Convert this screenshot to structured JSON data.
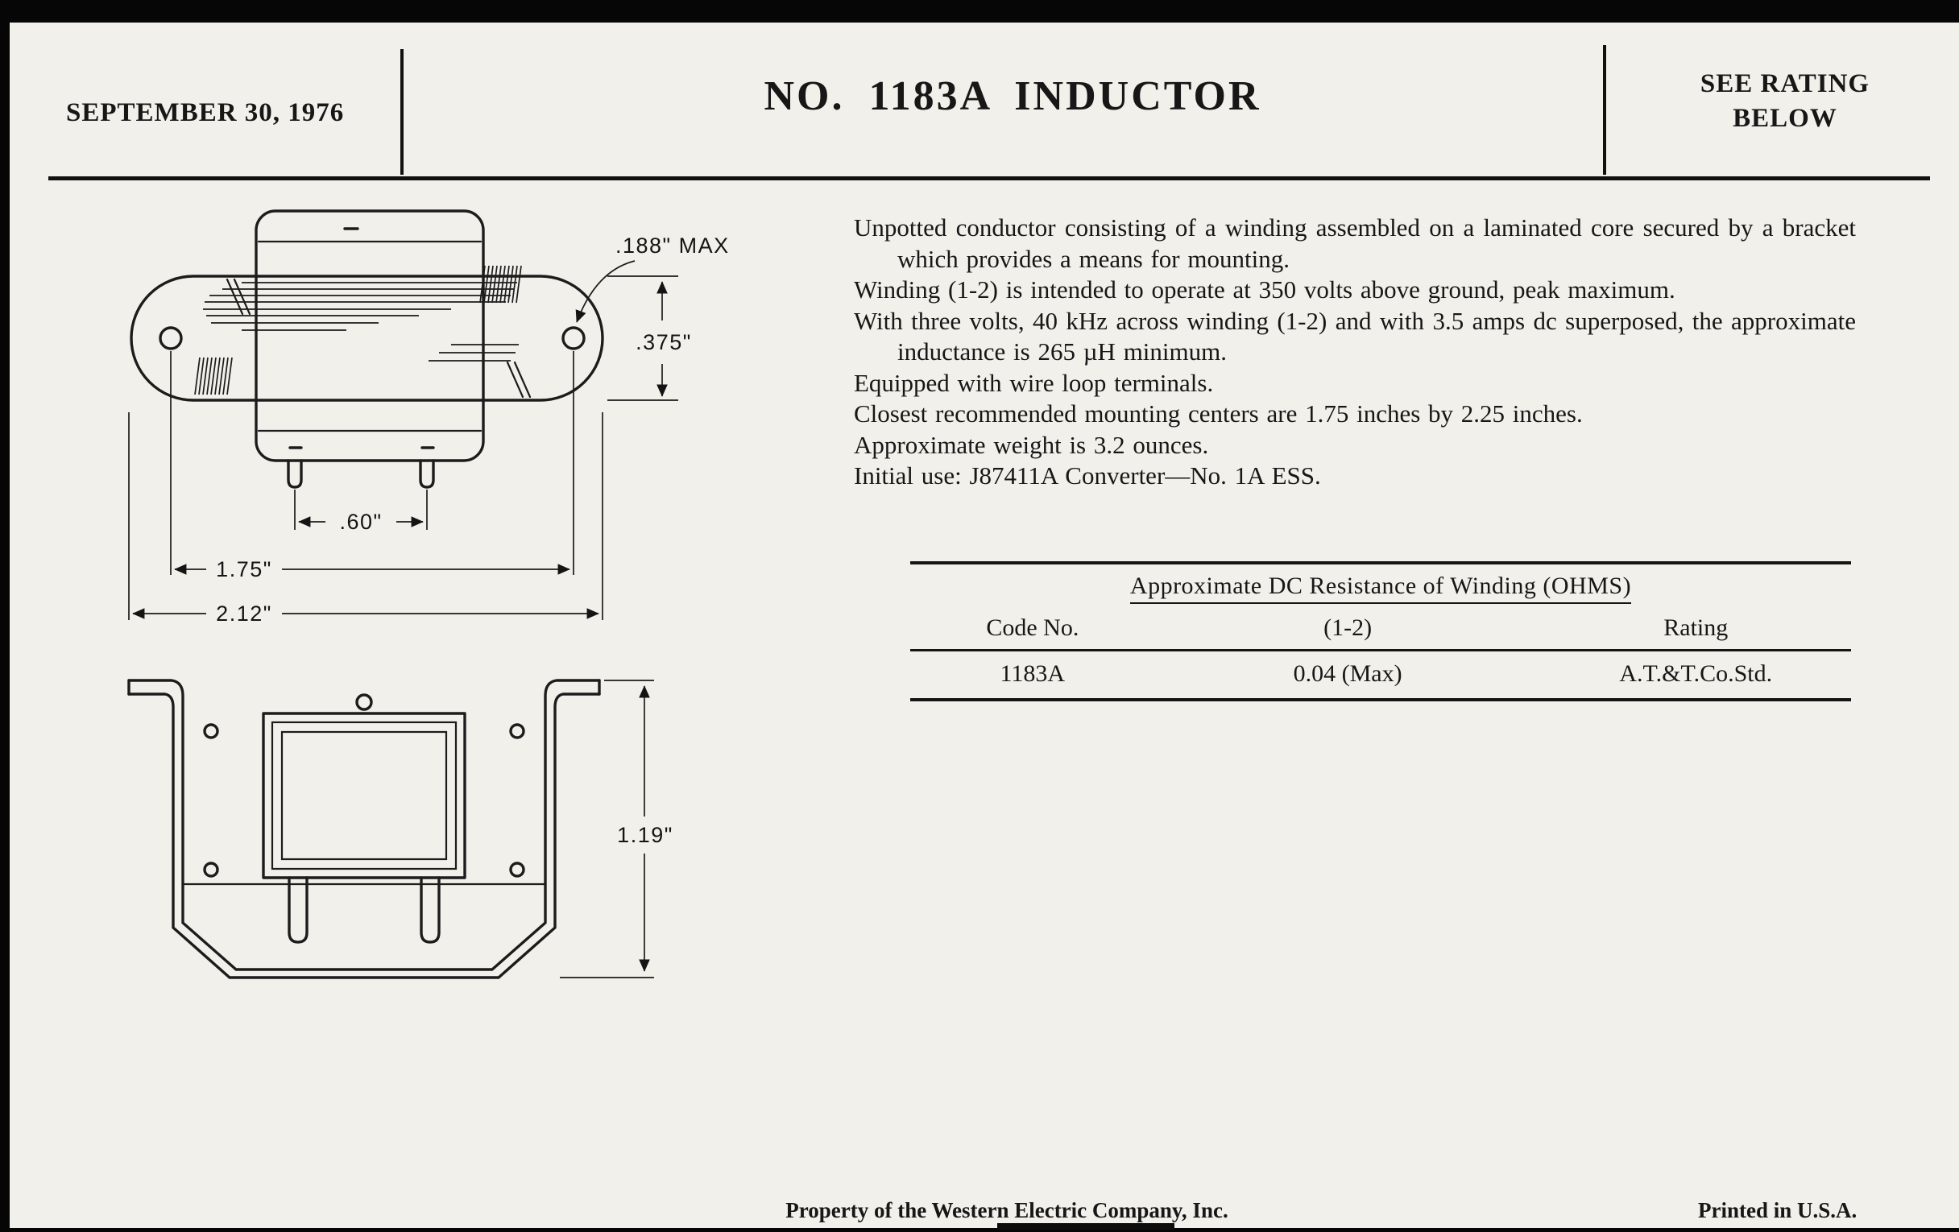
{
  "page": {
    "date": "SEPTEMBER 30, 1976",
    "title": "NO. 1183A  INDUCTOR",
    "rating_note_line1": "SEE RATING",
    "rating_note_line2": "BELOW",
    "footer_left": "Property of the Western Electric Company, Inc.",
    "footer_right": "Printed in U.S.A."
  },
  "specs": {
    "paragraphs": [
      "Unpotted conductor consisting of a winding assembled on a laminated core secured by a bracket which provides a means for mounting.",
      "Winding (1-2) is intended to operate at 350 volts above ground, peak maximum.",
      "With three volts, 40 kHz across winding (1-2) and with 3.5 amps dc superposed, the approximate inductance is 265 µH minimum.",
      "Equipped with wire loop terminals.",
      "Closest recommended mounting centers are 1.75 inches by 2.25 inches.",
      "Approximate weight is 3.2 ounces.",
      "Initial use:  J87411A Converter—No. 1A ESS."
    ]
  },
  "table": {
    "title": "Approximate DC Resistance of Winding (OHMS)",
    "headers": [
      "Code No.",
      "(1-2)",
      "Rating"
    ],
    "rows": [
      [
        "1183A",
        "0.04 (Max)",
        "A.T.&T.Co.Std."
      ]
    ]
  },
  "drawing": {
    "top_view": {
      "dim_max": ".188\" MAX",
      "dim_375": ".375\"",
      "dim_60": ".60\"",
      "dim_175": "1.75\"",
      "dim_212": "2.12\""
    },
    "front_view": {
      "dim_119": "1.19\""
    }
  },
  "colors": {
    "paper": "#f2f0ea",
    "ink": "#171717"
  }
}
